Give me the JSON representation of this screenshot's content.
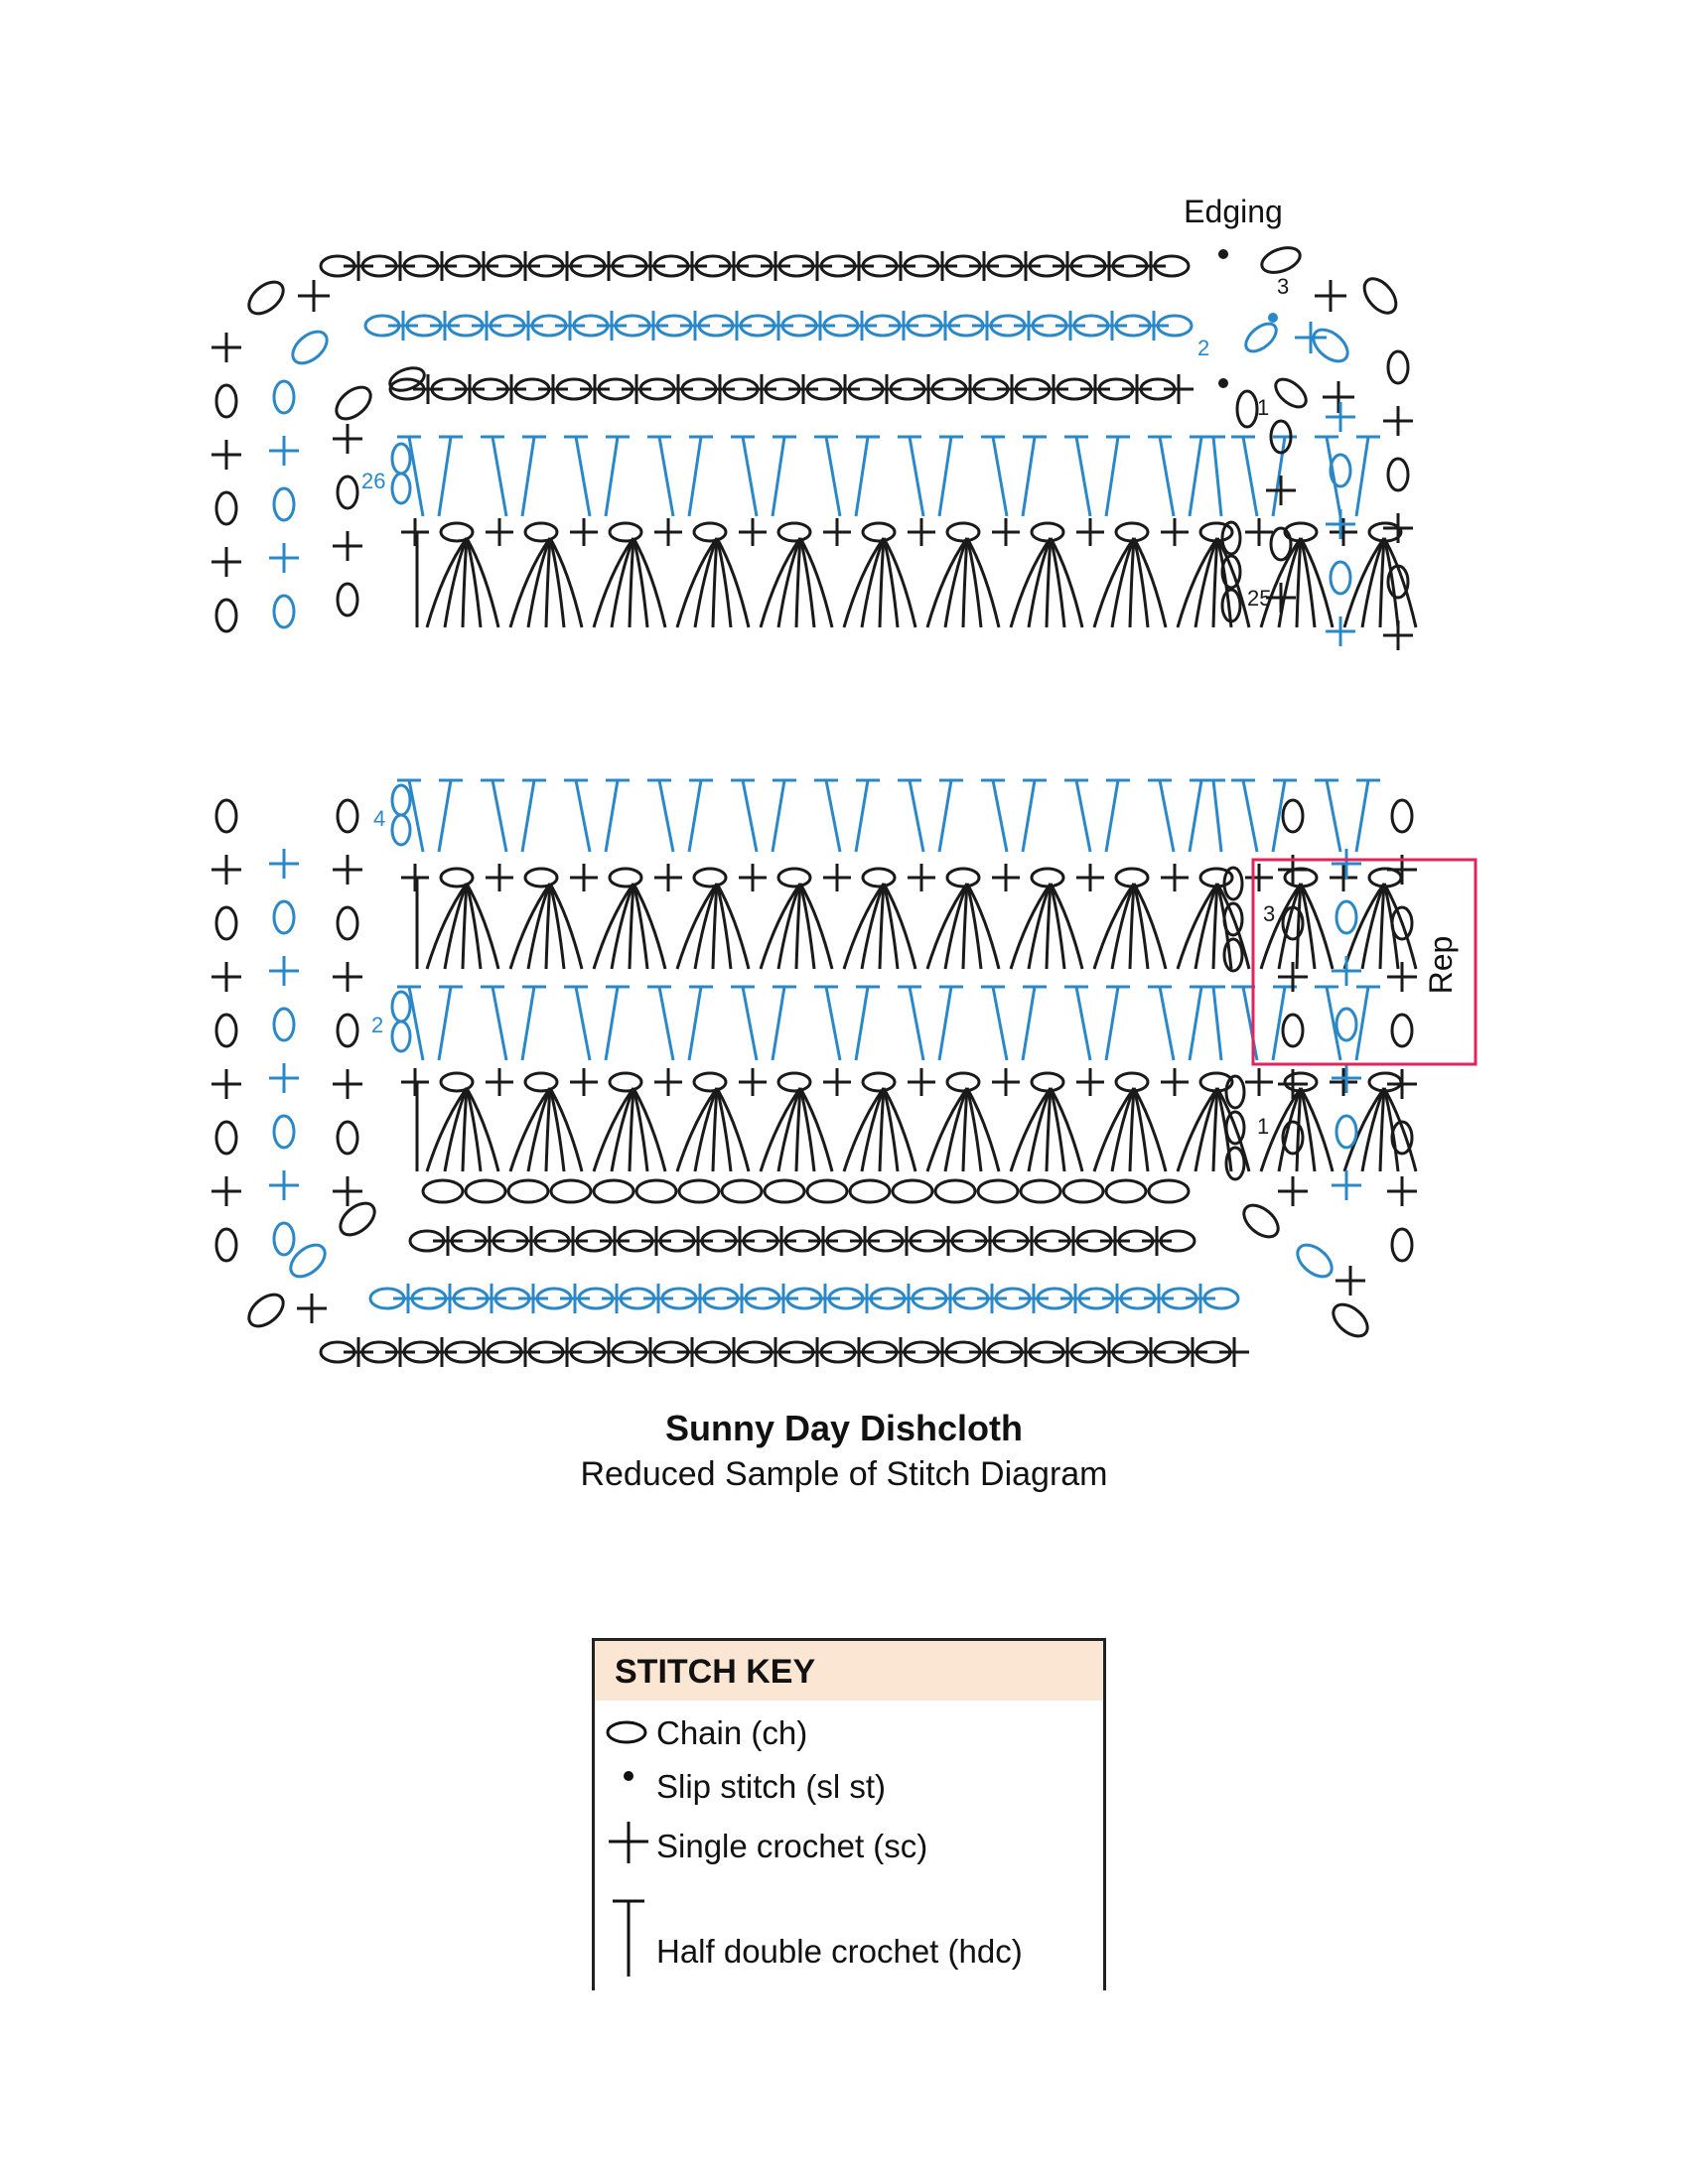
{
  "diagram": {
    "annotations": {
      "edging": "Edging",
      "rep": "Rep",
      "top_row_numbers": [
        "3",
        "2",
        "1",
        "26",
        "25"
      ],
      "bottom_row_numbers": [
        "4",
        "3",
        "2",
        "1"
      ]
    },
    "colors": {
      "black_rows": "#1a1a1a",
      "blue_rows": "#2b88c8",
      "rep_bracket": "#e0245e"
    }
  },
  "caption": {
    "title": "Sunny Day Dishcloth",
    "subtitle": "Reduced Sample of Stitch Diagram"
  },
  "stitch_key": {
    "title": "STITCH KEY",
    "items": [
      {
        "symbol": "chain-icon",
        "label": "Chain (ch)"
      },
      {
        "symbol": "slip-stitch-icon",
        "label": "Slip stitch (sl st)"
      },
      {
        "symbol": "single-crochet-icon",
        "label": "Single crochet (sc)"
      },
      {
        "symbol": "half-double-crochet-icon",
        "label": "Half double crochet (hdc)"
      }
    ]
  }
}
